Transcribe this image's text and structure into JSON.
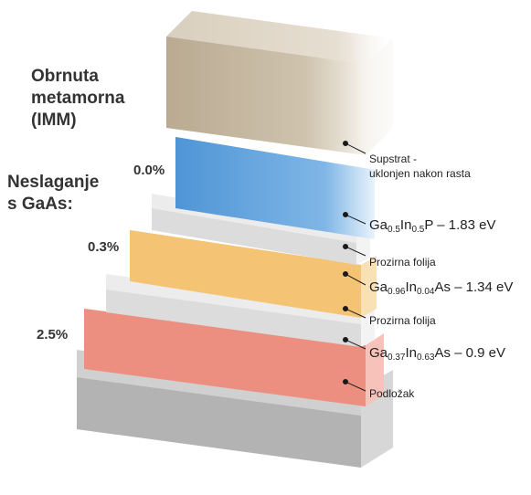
{
  "title": {
    "line1": "Obrnuta",
    "line2": "metamorna",
    "line3": "(IMM)"
  },
  "mismatch": {
    "line1": "Neslaganje",
    "line2": "s GaAs:",
    "values": [
      "0.0%",
      "0.3%",
      "2.5%"
    ]
  },
  "layers": [
    {
      "id": "substrate-removed",
      "line1": "Supstrat -",
      "line2": "uklonjen nakon rasta",
      "color": "#cdbfa8"
    },
    {
      "id": "gainp",
      "el1": "Ga",
      "s1": "0.5",
      "el2": "In",
      "s2": "0.5",
      "el3": "P – 1.83 eV",
      "color": "#5a9fdc"
    },
    {
      "id": "foil-1",
      "text": "Prozirna folija",
      "color": "#e4e4e4"
    },
    {
      "id": "gainas-1",
      "el1": "Ga",
      "s1": "0.96",
      "el2": "In",
      "s2": "0.04",
      "el3": "As – 1.34 eV",
      "color": "#f6c97c"
    },
    {
      "id": "foil-2",
      "text": "Prozirna folija",
      "color": "#e4e4e4"
    },
    {
      "id": "gainas-2",
      "el1": "Ga",
      "s1": "0.37",
      "el2": "In",
      "s2": "0.63",
      "el3": "As – 0.9 eV",
      "color": "#ef8c7c"
    },
    {
      "id": "base",
      "text": "Podložak",
      "color": "#bdbdbd"
    }
  ]
}
